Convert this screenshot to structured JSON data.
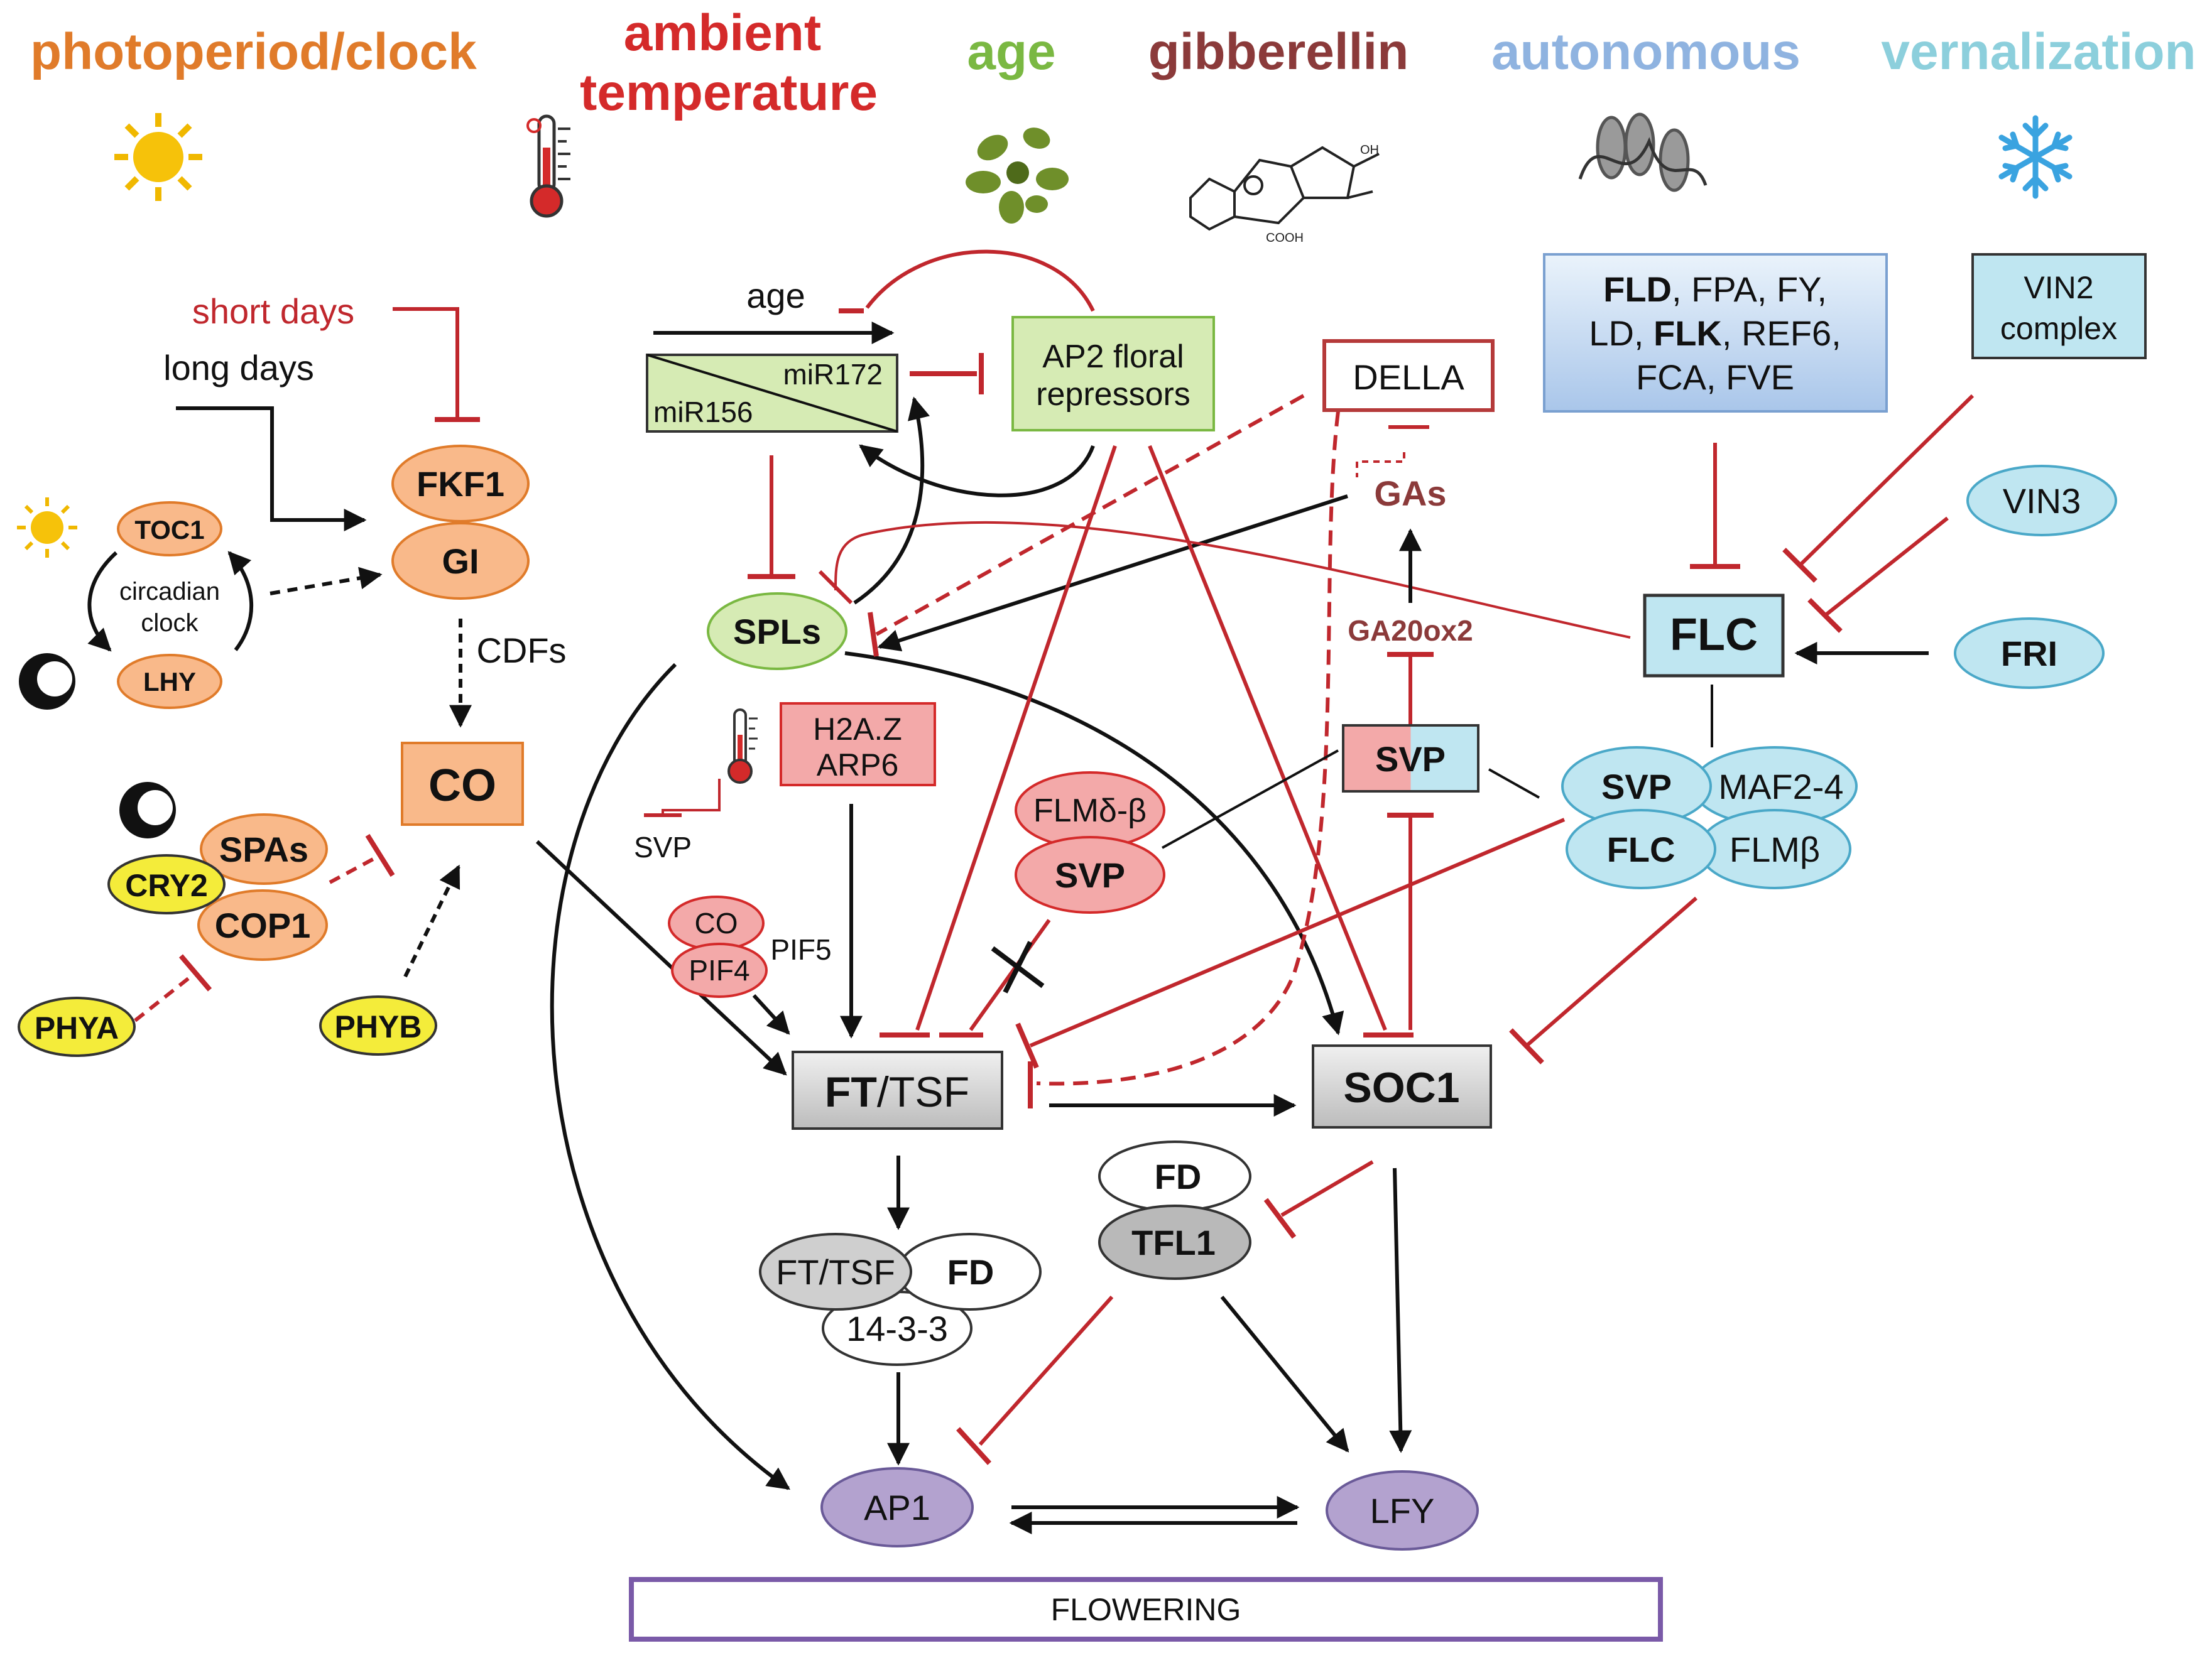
{
  "colors": {
    "photoperiod": "#e07b2a",
    "ambient": "#d42a2a",
    "age": "#7ab842",
    "gibberellin": "#8b3a3a",
    "autonomous": "#8fb3e0",
    "vernalization": "#8ccfdc",
    "repress": "#c0272d",
    "activate": "#111111",
    "orange_node": "#f9b98a",
    "yellow_node": "#f4ec3a",
    "green_node": "#d6ebb4",
    "pink_node": "#f3a9a9",
    "blue_node": "#bfe6f1",
    "purple_node": "#b3a2cf",
    "grey_node": "#d2d2d2"
  },
  "headers": {
    "photoperiod": "photoperiod/clock",
    "ambient_line1": "ambient",
    "ambient_line2": "temperature",
    "age": "age",
    "gibberellin": "gibberellin",
    "autonomous": "autonomous",
    "vernalization": "vernalization"
  },
  "icons": {
    "sun": "sun-icon",
    "thermometer": "thermometer-icon",
    "plant": "rosette-plant-icon",
    "molecule": "gibberellin-molecule-icon",
    "chromatin": "chromatin-icon",
    "snowflake": "snowflake-icon",
    "moon": "moon-icon"
  },
  "labels": {
    "short_days": "short days",
    "long_days": "long days",
    "circadian1": "circadian",
    "circadian2": "clock",
    "cdfs": "CDFs",
    "age": "age",
    "svp_small": "SVP",
    "pif5": "PIF5",
    "gas": "GAs",
    "ga20ox2": "GA20ox2"
  },
  "nodes": {
    "toc1": "TOC1",
    "lhy": "LHY",
    "fkf1": "FKF1",
    "gi": "GI",
    "co_box": "CO",
    "spas": "SPAs",
    "cry2": "CRY2",
    "cop1": "COP1",
    "phya": "PHYA",
    "phyb": "PHYB",
    "mir172": "miR172",
    "mir156": "miR156",
    "ap2_line1": "AP2 floral",
    "ap2_line2": "repressors",
    "spls": "SPLs",
    "h2az": "H2A.Z",
    "arp6": "ARP6",
    "co_small": "CO",
    "pif4": "PIF4",
    "flm_dbeta": "FLMδ-β",
    "svp_red": "SVP",
    "della": "DELLA",
    "svp_box": "SVP",
    "fld_b1": "FLD",
    "fld_r1": ", FPA, FY,",
    "fld_r2a": "LD, ",
    "fld_b2": "FLK",
    "fld_r2b": ", REF6,",
    "fld_r3": "FCA, FVE",
    "vin2_line1": "VIN2",
    "vin2_line2": "complex",
    "vin3": "VIN3",
    "flc_box": "FLC",
    "fri": "FRI",
    "svp_cx": "SVP",
    "maf24": "MAF2-4",
    "flc_cx": "FLC",
    "flmb": "FLMβ",
    "ft_b": "FT",
    "ft_r": "/TSF",
    "soc1": "SOC1",
    "fd_top": "FD",
    "tfl1": "TFL1",
    "fttsf_cx": "FT/TSF",
    "fd_cx": "FD",
    "c1433": "14-3-3",
    "ap1": "AP1",
    "lfy": "LFY",
    "flowering": "FLOWERING"
  }
}
